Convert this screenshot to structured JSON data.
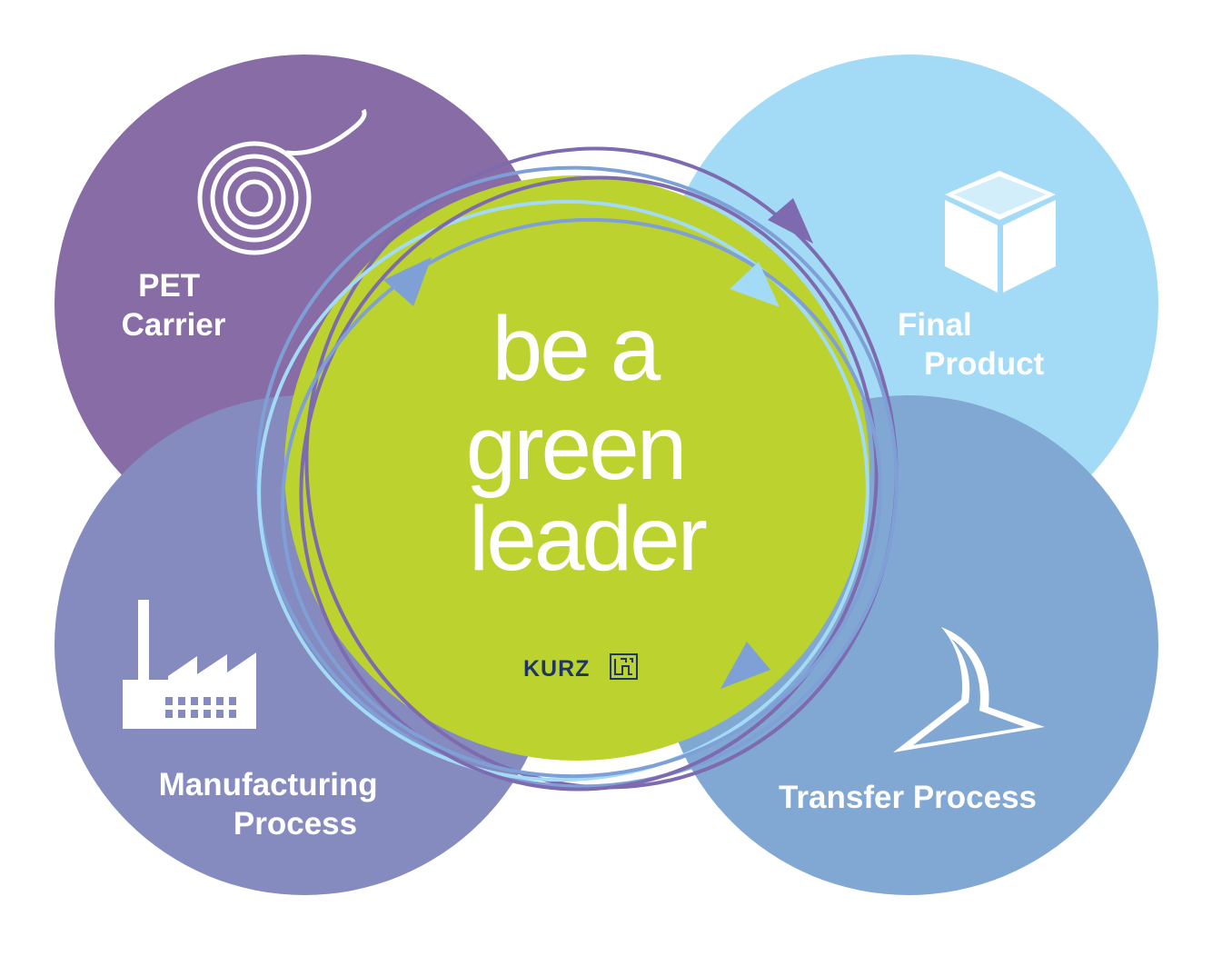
{
  "title": {
    "line1": "be a",
    "line2": "green",
    "line3": "leader"
  },
  "nodes": {
    "pet_carrier": {
      "line1": "PET",
      "line2": "Carrier",
      "color": "#886ca5",
      "icon": "film-roll-icon"
    },
    "final_product": {
      "line1": "Final",
      "line2": "Product",
      "color": "#a3dbf6",
      "icon": "box-icon"
    },
    "manufacturing": {
      "line1": "Manufacturing",
      "line2": "Process",
      "color": "#858bbe",
      "icon": "factory-icon"
    },
    "transfer": {
      "line1": "Transfer Process",
      "color": "#81a7d3",
      "icon": "transfer-blade-icon"
    }
  },
  "center": {
    "color": "#bbd22f"
  },
  "brand": {
    "name": "KURZ",
    "color": "#1e3566",
    "icon": "kurz-logo-icon"
  },
  "loop_colors": [
    "#7e6aae",
    "#7ea0d6",
    "#a3dbf6"
  ]
}
